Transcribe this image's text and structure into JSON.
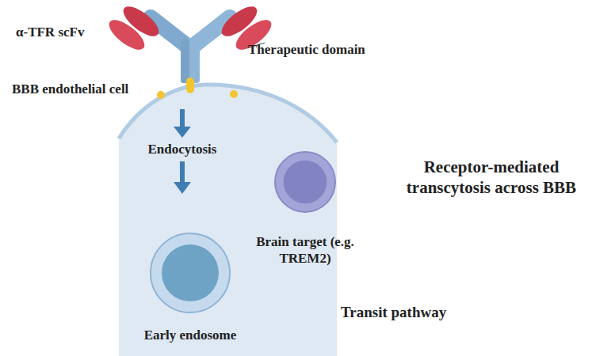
{
  "diagram": {
    "nodes": [
      {
        "text": [
          "BBB endothelial cell"
        ]
      },
      {
        "text": [
          "Brain target (e.g. TREM2)"
        ],
        "in": 0
      },
      {
        "text": [
          "Early endosome"
        ],
        "in": 0
      }
    ],
    "labels": [
      "α-TFR scFv",
      "Therapeutic domain",
      "Endocytosis",
      "Receptor-mediated transcytosis across BBB",
      "Transit pathway"
    ]
  }
}
